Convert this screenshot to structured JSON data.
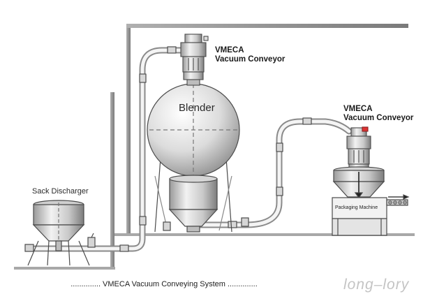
{
  "labels": {
    "conveyor_1": [
      "VMECA",
      "Vacuum  Conveyor"
    ],
    "conveyor_2": [
      "VMECA",
      "Vacuum  Conveyor"
    ],
    "blender": "Blender",
    "sack_discharger": "Sack Discharger",
    "packaging_machine": "Packaging Machine"
  },
  "caption": ".............. VMECA Vacuum Conveying System ..............",
  "watermark": "long–lory"
}
